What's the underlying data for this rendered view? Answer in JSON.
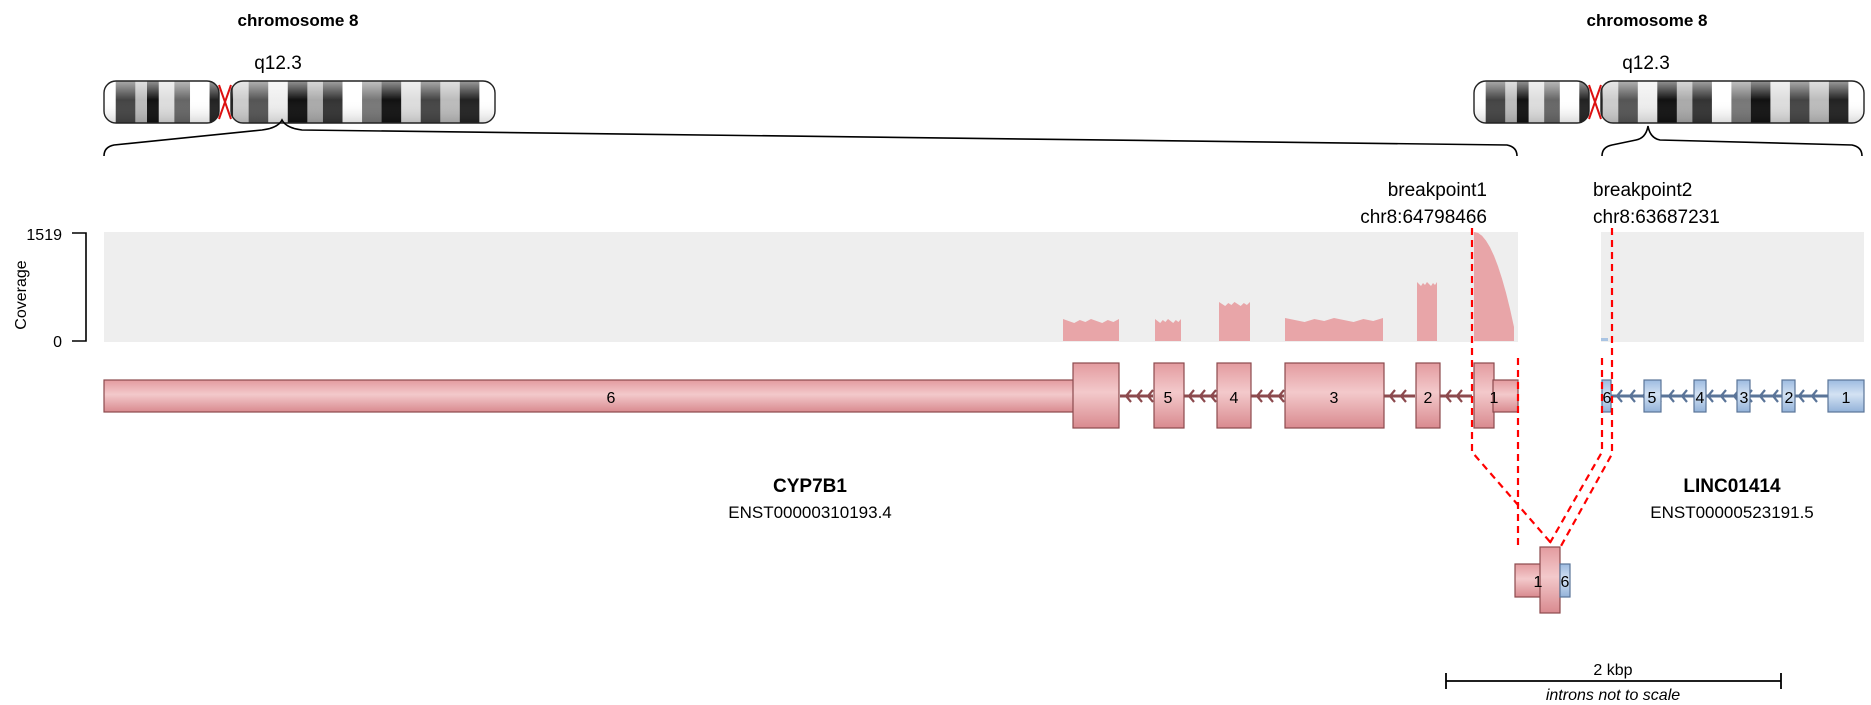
{
  "left_chromosome": {
    "title": "chromosome 8",
    "band": "q12.3"
  },
  "right_chromosome": {
    "title": "chromosome 8",
    "band": "q12.3"
  },
  "coverage": {
    "axis_label": "Coverage",
    "max_label": "1519",
    "min_label": "0"
  },
  "breakpoint1": {
    "name": "breakpoint1",
    "position": "chr8:64798466"
  },
  "breakpoint2": {
    "name": "breakpoint2",
    "position": "chr8:63687231"
  },
  "gene1": {
    "name": "CYP7B1",
    "transcript": "ENST00000310193.4",
    "color": "#e8a5a8",
    "exons": [
      "6",
      "5",
      "4",
      "3",
      "2",
      "1"
    ]
  },
  "gene2": {
    "name": "LINC01414",
    "transcript": "ENST00000523191.5",
    "color": "#a9c4e3",
    "exons": [
      "6",
      "5",
      "4",
      "3",
      "2",
      "1"
    ]
  },
  "fusion": {
    "exons": [
      "1",
      "6"
    ]
  },
  "scale": {
    "label": "2 kbp",
    "note": "introns not to scale"
  }
}
